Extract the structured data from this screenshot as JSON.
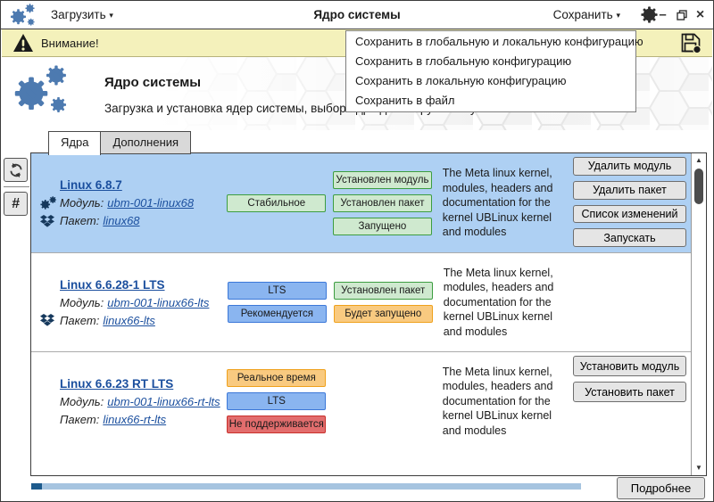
{
  "menubar": {
    "load_label": "Загрузить",
    "title": "Ядро системы",
    "save_label": "Сохранить"
  },
  "warning": {
    "label": "Внимание!"
  },
  "save_menu": {
    "items": [
      "Сохранить в глобальную и локальную конфигурацию",
      "Сохранить в глобальную конфигурацию",
      "Сохранить в локальную конфигурацию",
      "Сохранить в файл"
    ]
  },
  "header": {
    "title": "Ядро системы",
    "subtitle": "Загрузка и установка ядер системы, выбор ядра для загрузки по умолчанию"
  },
  "tabs": [
    {
      "label": "Ядра",
      "active": true
    },
    {
      "label": "Дополнения",
      "active": false
    }
  ],
  "side_toolbar": {
    "hash_label": "#"
  },
  "kernels": [
    {
      "name": "Linux 6.8.7",
      "module_label": "Модуль:",
      "module": "ubm-001-linux68",
      "package_label": "Пакет:",
      "package": "linux68",
      "selected": true,
      "icons": {
        "module": true,
        "package": true
      },
      "badges_col1": [
        {
          "text": "Стабильное",
          "type": "green"
        }
      ],
      "badges_col2": [
        {
          "text": "Установлен модуль",
          "type": "green"
        },
        {
          "text": "Установлен пакет",
          "type": "green"
        },
        {
          "text": "Запущено",
          "type": "green"
        }
      ],
      "description": "The Meta linux kernel, modules, headers and documentation for the kernel UBLinux kernel and modules",
      "buttons": [
        "Удалить модуль",
        "Удалить пакет",
        "Список изменений",
        "Запускать"
      ]
    },
    {
      "name": "Linux 6.6.28-1 LTS",
      "module_label": "Модуль:",
      "module": "ubm-001-linux66-lts",
      "package_label": "Пакет:",
      "package": "linux66-lts",
      "selected": false,
      "icons": {
        "module": false,
        "package": true
      },
      "badges_col1": [
        {
          "text": "LTS",
          "type": "blue"
        },
        {
          "text": "Рекомендуется",
          "type": "blue"
        }
      ],
      "badges_col2": [
        {
          "text": "Установлен пакет",
          "type": "green"
        },
        {
          "text": "Будет запущено",
          "type": "orange"
        }
      ],
      "description": "The Meta linux kernel, modules, headers and documentation for the kernel UBLinux kernel and modules",
      "buttons": []
    },
    {
      "name": "Linux 6.6.23 RT LTS",
      "module_label": "Модуль:",
      "module": "ubm-001-linux66-rt-lts",
      "package_label": "Пакет:",
      "package": "linux66-rt-lts",
      "selected": false,
      "icons": {
        "module": false,
        "package": false
      },
      "badges_col1": [
        {
          "text": "Реальное время",
          "type": "orange"
        },
        {
          "text": "LTS",
          "type": "blue"
        },
        {
          "text": "Не поддерживается",
          "type": "red"
        }
      ],
      "badges_col2": [],
      "description": "The Meta linux kernel, modules, headers and documentation for the kernel UBLinux kernel and modules",
      "buttons": [
        "Установить модуль",
        "Установить пакет"
      ]
    }
  ],
  "footer": {
    "details_label": "Подробнее",
    "progress_percent": 2
  },
  "icons": {
    "dropdown_arrow": "▾",
    "scroll_up": "▲",
    "scroll_down": "▼",
    "minimize": "–",
    "close": "×",
    "app_logo": "gears-icon",
    "warning": "warning-triangle-icon",
    "save": "floppy-disk-icon",
    "settings": "gear-icon",
    "refresh": "refresh-icon",
    "module": "gears-icon",
    "package": "package-box-icon"
  },
  "colors": {
    "selected_row": "#aed0f3",
    "badge_green_bg": "#cfe9cf",
    "badge_green_border": "#3c9d40",
    "badge_blue_bg": "#8ab5f0",
    "badge_blue_border": "#3c78d8",
    "badge_orange_bg": "#f9ca80",
    "badge_orange_border": "#efa11c",
    "badge_red_bg": "#e26d6d",
    "badge_red_border": "#c9302c",
    "warning_bg": "#f4f1bb",
    "link": "#1b4f9e",
    "logo_blue": "#4d7ab0",
    "progress_fill": "#1d5a8c",
    "progress_track": "#a6c4e0"
  }
}
